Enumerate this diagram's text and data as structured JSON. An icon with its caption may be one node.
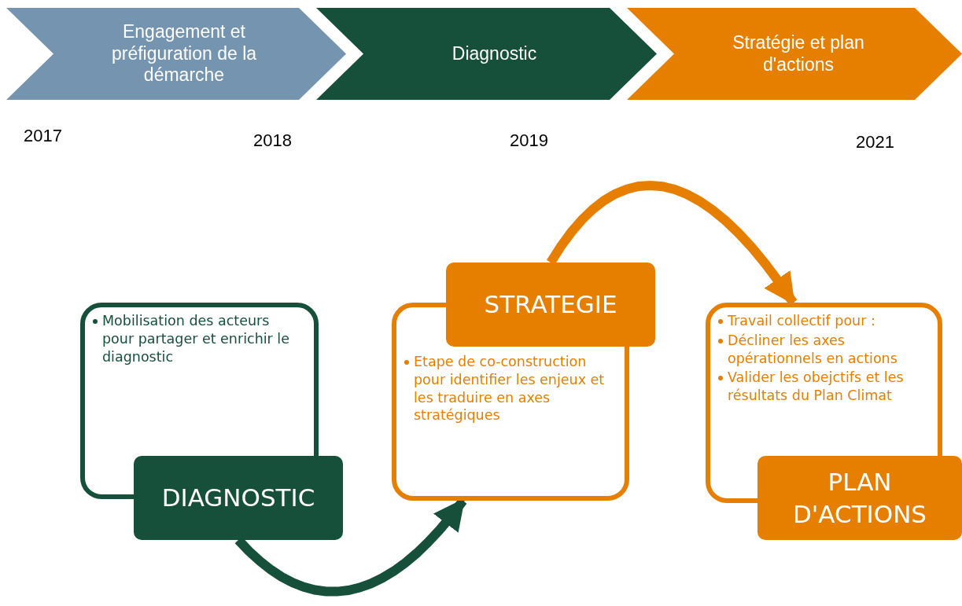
{
  "diagram": {
    "nodes": [
      {
        "text": [
          "Engagement et préfiguration de la démarche"
        ]
      },
      {
        "text": [
          "Diagnostic"
        ]
      },
      {
        "text": [
          "Stratégie et plan d'actions"
        ]
      },
      {
        "text": [
          "Mobilisation des acteurs pour partager et enrichir le diagnostic",
          "DIAGNOSTIC"
        ]
      },
      {
        "text": [
          "STRATEGIE",
          "Etape de co-construction pour identifier les enjeux et les traduire en axes stratégiques"
        ]
      },
      {
        "text": [
          "Travail collectif pour :",
          "Décliner les axes opérationnels en actions",
          "Valider les obejctifs et les résultats du Plan Climat",
          "PLAN D'ACTIONS"
        ]
      }
    ],
    "edges": [
      {
        "from": 3,
        "to": 4,
        "arrow": "to",
        "color": "#17503a"
      },
      {
        "from": 4,
        "to": 5,
        "arrow": "to",
        "color": "#e67f00"
      }
    ],
    "labels": [
      "2017",
      "2018",
      "2019",
      "2021"
    ]
  }
}
